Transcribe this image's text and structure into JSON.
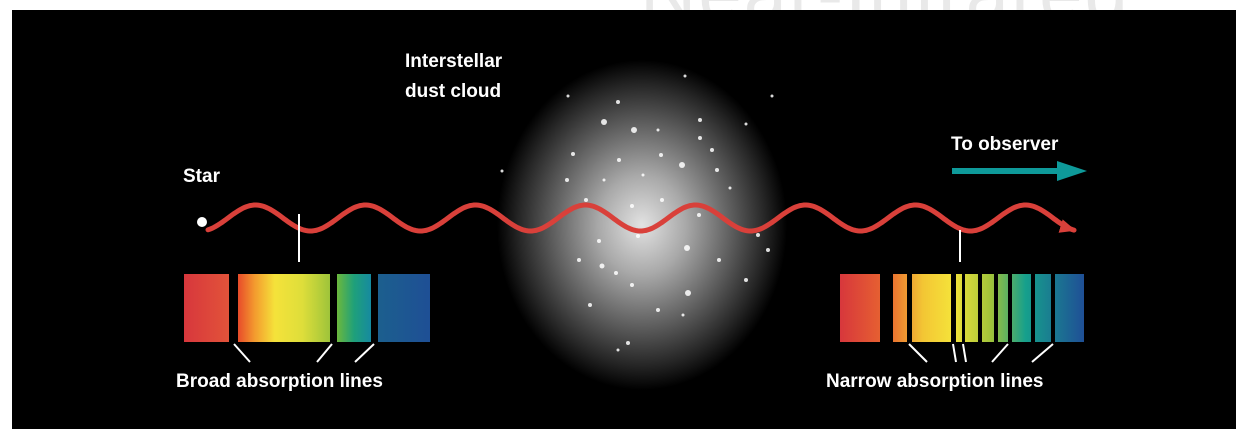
{
  "watermark": "Near-Infrared",
  "labels": {
    "star": "Star",
    "cloud_line1": "Interstellar",
    "cloud_line2": "dust cloud",
    "observer": "To observer",
    "broad": "Broad absorption lines",
    "narrow": "Narrow absorption lines"
  },
  "colors": {
    "background": "#000000",
    "wave": "#d9403a",
    "observer_arrow": "#0e9a9a",
    "text": "#ffffff"
  }
}
